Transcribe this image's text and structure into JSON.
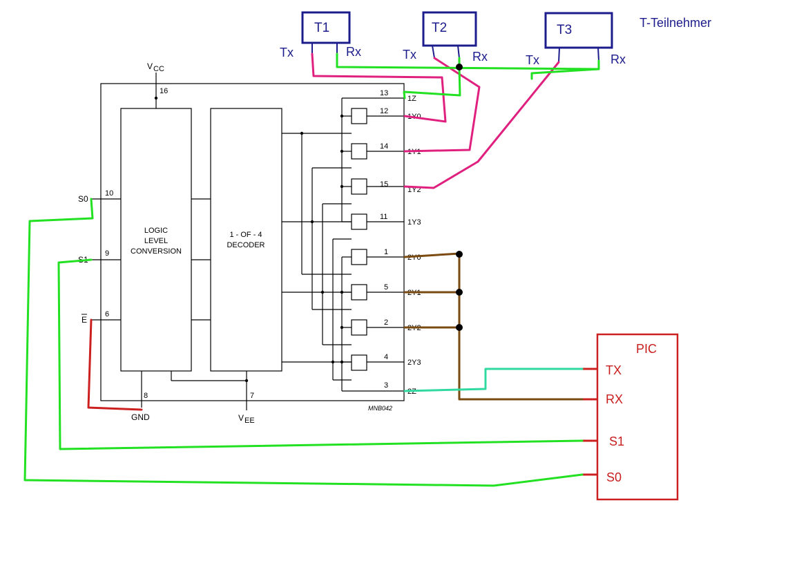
{
  "header": {
    "caption": "T-Teilnehmer"
  },
  "terminals": [
    {
      "label": "T1",
      "tx": "Tx",
      "rx": "Rx"
    },
    {
      "label": "T2",
      "tx": "Tx",
      "rx": "Rx"
    },
    {
      "label": "T3",
      "tx": "Tx",
      "rx": "Rx"
    }
  ],
  "chip": {
    "vcc": "V",
    "vcc_sub": "CC",
    "pin_vcc": "16",
    "vee": "V",
    "vee_sub": "EE",
    "pin_vee": "7",
    "gnd": "GND",
    "pin_gnd": "8",
    "logic_block": [
      "LOGIC",
      "LEVEL",
      "CONVERSION"
    ],
    "decoder_block": [
      "1 - OF - 4",
      "DECODER"
    ],
    "part_code": "MNB042",
    "inputs": [
      {
        "name": "S0",
        "pin": "10"
      },
      {
        "name": "S1",
        "pin": "9"
      },
      {
        "name": "E",
        "pin": "6"
      }
    ],
    "outputs": [
      {
        "pin": "13",
        "name": "1Z"
      },
      {
        "pin": "12",
        "name": "1Y0"
      },
      {
        "pin": "14",
        "name": "1Y1"
      },
      {
        "pin": "15",
        "name": "1Y2"
      },
      {
        "pin": "11",
        "name": "1Y3"
      },
      {
        "pin": "1",
        "name": "2Y0"
      },
      {
        "pin": "5",
        "name": "2Y1"
      },
      {
        "pin": "2",
        "name": "2Y2"
      },
      {
        "pin": "4",
        "name": "2Y3"
      },
      {
        "pin": "3",
        "name": "2Z"
      }
    ]
  },
  "pic": {
    "title": "PIC",
    "pins": [
      "TX",
      "RX",
      "S1",
      "S0"
    ]
  },
  "colors": {
    "magenta": "#e0207e",
    "green": "#22e022",
    "teal": "#30d9a0",
    "brown": "#7a4a10",
    "red": "#cc2020",
    "navy": "#1c1c8c"
  }
}
